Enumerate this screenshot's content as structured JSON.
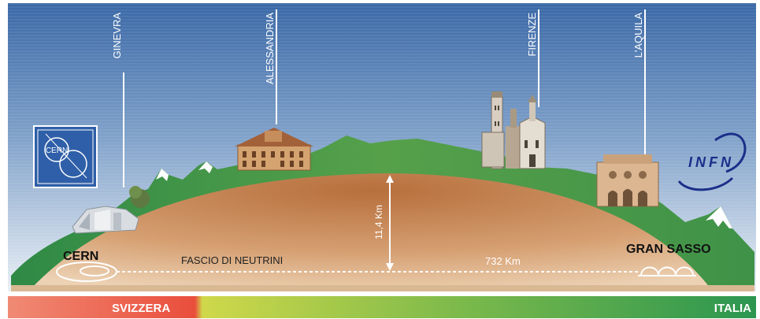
{
  "cities": [
    {
      "name": "GINEVRA"
    },
    {
      "name": "ALESSANDRIA"
    },
    {
      "name": "FIRENZE"
    },
    {
      "name": "L'AQUILA"
    }
  ],
  "labels": {
    "cern": "CERN",
    "gran_sasso": "GRAN SASSO",
    "beam": "FASCIO DI NEUTRINI",
    "distance": "732 Km",
    "depth": "11,4 Km"
  },
  "logos": {
    "cern": "CERN",
    "infn": "INFN"
  },
  "countries": {
    "left": "SVIZZERA",
    "right": "ITALIA"
  },
  "colors": {
    "sky_top": "#3b6aa8",
    "sky_bottom": "#e6edf4",
    "hills": "#4e9a4a",
    "earth": "#c98a57",
    "bar_left": "#ef7f6c",
    "bar_right": "#2f9a52"
  }
}
